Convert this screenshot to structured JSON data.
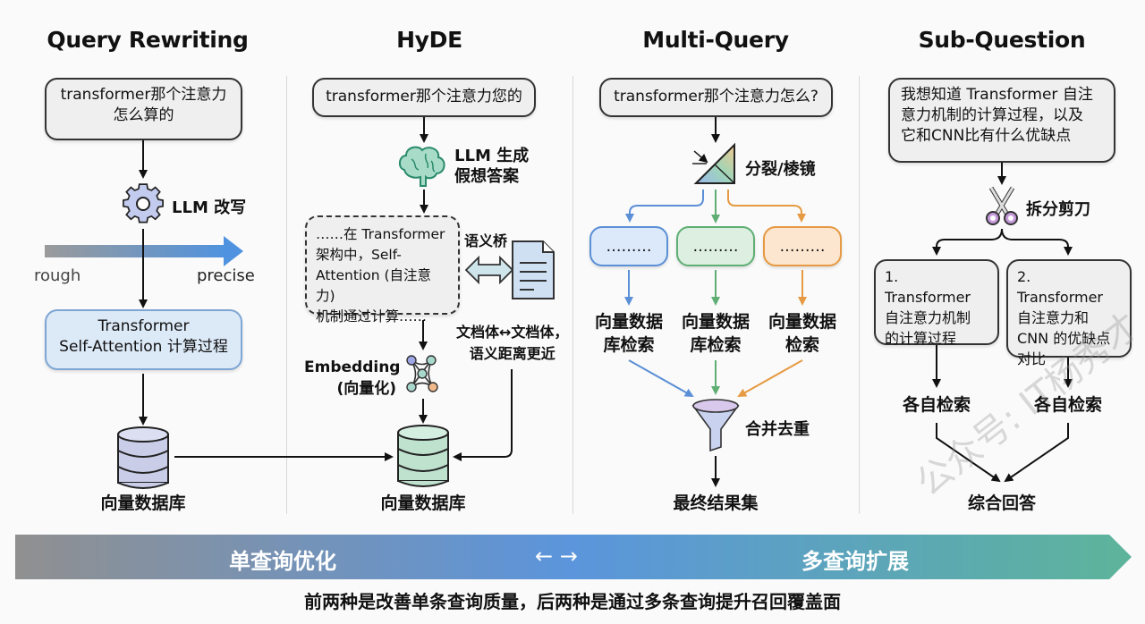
{
  "columns": [
    {
      "title": "Query Rewriting",
      "query": "transformer那个注意力\n怎么算的",
      "step_label": "LLM 改写",
      "step_icon": "gear-icon",
      "scale_left": "rough",
      "scale_right": "precise",
      "result_box": "Transformer\nSelf-Attention 计算过程",
      "db_label": "向量数据库"
    },
    {
      "title": "HyDE",
      "query": "transformer那个注意力您的",
      "step_label": "LLM 生成\n假想答案",
      "step_icon": "brain-icon",
      "hypo_answer": "……在 Transformer\n架构中，Self-\nAttention (自注意力)\n机制通过计算……",
      "bridge_label": "语义桥",
      "bridge_note": "文档体↔文档体，\n语义距离更近",
      "embedding_label": "Embedding\n(向量化)",
      "db_label": "向量数据库"
    },
    {
      "title": "Multi-Query",
      "query": "transformer那个注意力怎么?",
      "step_label": "分裂/棱镜",
      "step_icon": "prism-icon",
      "sub_queries": [
        "………",
        "………",
        "………"
      ],
      "sub_colors": [
        "#5b8fd6",
        "#5fae74",
        "#e59a43"
      ],
      "retrievals": [
        "向量数据\n库检索",
        "向量数据\n库检索",
        "向量数据\n检索"
      ],
      "merge_label": "合并去重",
      "result_label": "最终结果集"
    },
    {
      "title": "Sub-Question",
      "query": "我想知道 Transformer 自注\n意力机制的计算过程，以及\n它和CNN比有什么优缺点",
      "step_label": "拆分剪刀",
      "step_icon": "scissors-icon",
      "sub_questions": [
        "1. Transformer\n自注意力机制\n的计算过程",
        "2. Transformer\n自注意力和\nCNN 的优缺点\n对比"
      ],
      "retrievals": [
        "各自检索",
        "各自检索"
      ],
      "result_label": "综合回答"
    }
  ],
  "bottom_bar": {
    "left_label": "单查询优化",
    "middle_label": "← →",
    "right_label": "多查询扩展",
    "colors": [
      "#909090",
      "#5b95dc",
      "#5db49a"
    ]
  },
  "caption": "前两种是改善单条查询质量，后两种是通过多条查询提升召回覆盖面",
  "watermark": "公众号: IT杨秀才"
}
